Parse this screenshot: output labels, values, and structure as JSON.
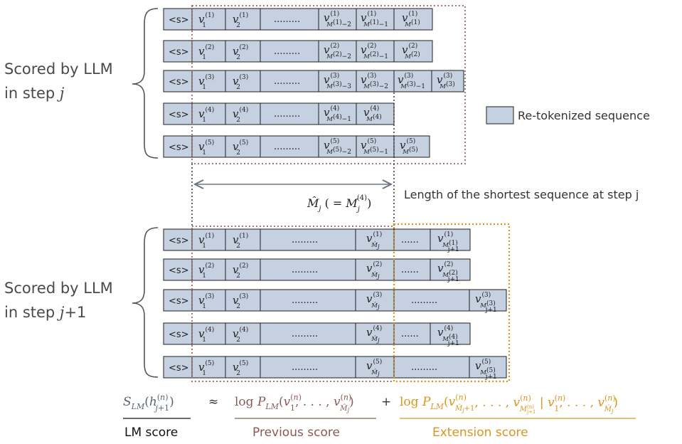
{
  "groups": [
    {
      "label_line1": "Scored by LLM",
      "label_line2_prefix": "in step ",
      "label_line2_var": "j",
      "label_line2_suffix": ""
    },
    {
      "label_line1": "Scored by LLM",
      "label_line2_prefix": "in step ",
      "label_line2_var": "j",
      "label_line2_suffix": "+1"
    }
  ],
  "start_token": "<s>",
  "token_var": "v",
  "ellipsis": ".........",
  "ellipsis_short": "......",
  "legend": {
    "label": "Re-tokenized sequence",
    "color": "#c5d0e0"
  },
  "shortest": {
    "math": "M̂_j ( = M_j^(4))",
    "caption": "Length of the shortest sequence at step j"
  },
  "formula": {
    "lm_score_math": "S_LM(h_{j+1}^(n))",
    "approx": "≈",
    "previous_math": "log P_LM(v_1^(n), …, v_{M̂_j}^(n))",
    "plus": "+",
    "extension_math": "log P_LM(v_{M̂_j+1}^(n), …, v_{M_{j+1}^(n)}^(n) | v_1^(n), …, v_{M̂_j}^(n))",
    "lm_score_label": "LM score",
    "previous_label": "Previous score",
    "extension_label": "Extension score"
  },
  "colors": {
    "cell_fill": "#c5d0e0",
    "previous": "#8a5a56",
    "extension": "#d9961e",
    "lm": "#566470"
  }
}
